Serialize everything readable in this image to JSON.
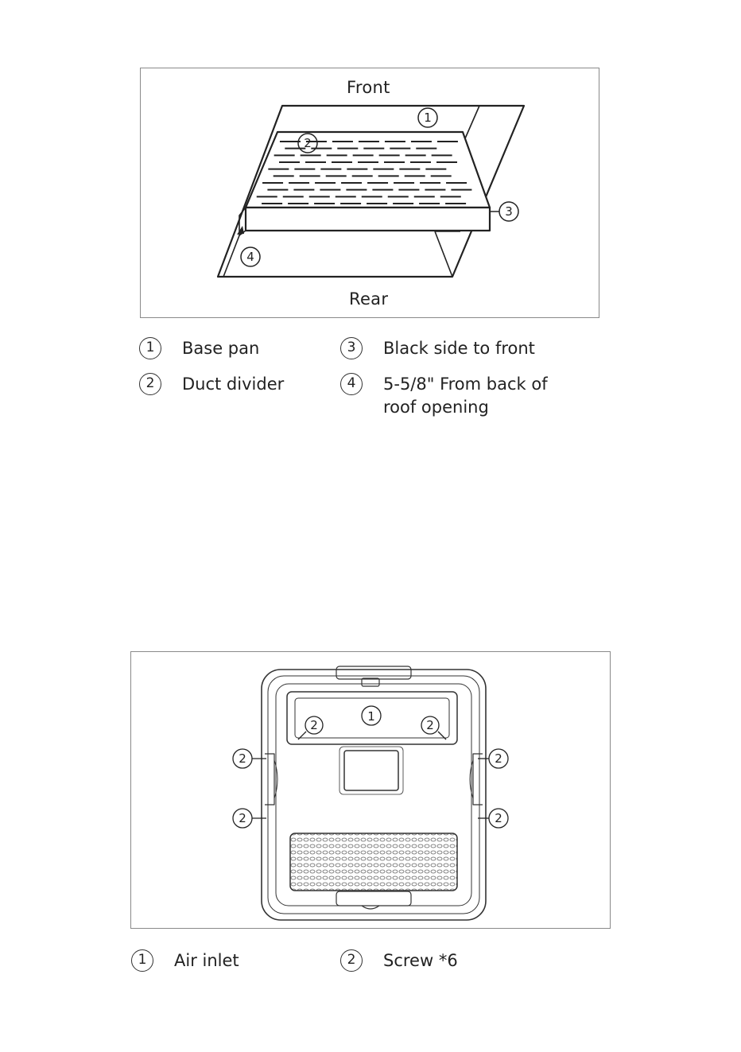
{
  "figure1": {
    "front_label": "Front",
    "rear_label": "Rear",
    "callouts": [
      "1",
      "2",
      "3",
      "4"
    ],
    "legend": [
      {
        "num": "1",
        "text": "Base pan"
      },
      {
        "num": "2",
        "text": "Duct divider"
      },
      {
        "num": "3",
        "text": "Black side to front"
      },
      {
        "num": "4",
        "text": "5-5/8\" From back of\nroof opening"
      }
    ]
  },
  "figure2": {
    "callouts": [
      "1",
      "2"
    ],
    "legend": [
      {
        "num": "1",
        "text": "Air inlet"
      },
      {
        "num": "2",
        "text": "Screw *6"
      }
    ]
  }
}
